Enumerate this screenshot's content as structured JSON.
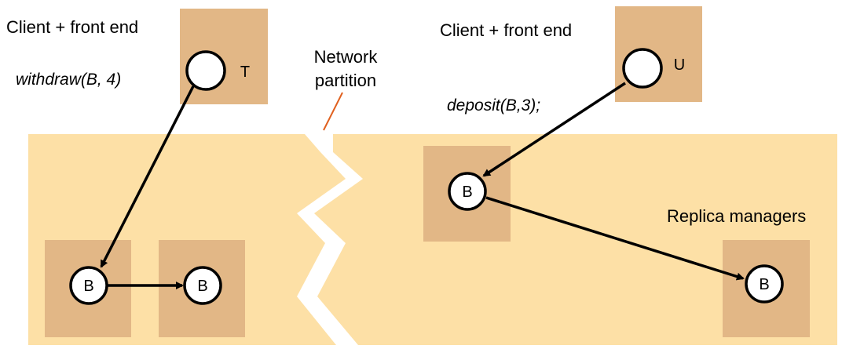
{
  "colors": {
    "region": "#fde0a6",
    "box": "#e2b786",
    "partition_line": "#e0601e",
    "arrow": "#000000",
    "node_fill": "#ffffff"
  },
  "labels": {
    "client_left": "Client + front end",
    "client_right": "Client + front end",
    "withdraw": "withdraw(B, 4)",
    "deposit": "deposit(B,3);",
    "network_line1": "Network",
    "network_line2": "partition",
    "replica_managers": "Replica managers"
  },
  "nodes": {
    "t": "T",
    "u": "U",
    "b_left1": "B",
    "b_left2": "B",
    "b_right1": "B",
    "b_right2": "B"
  }
}
